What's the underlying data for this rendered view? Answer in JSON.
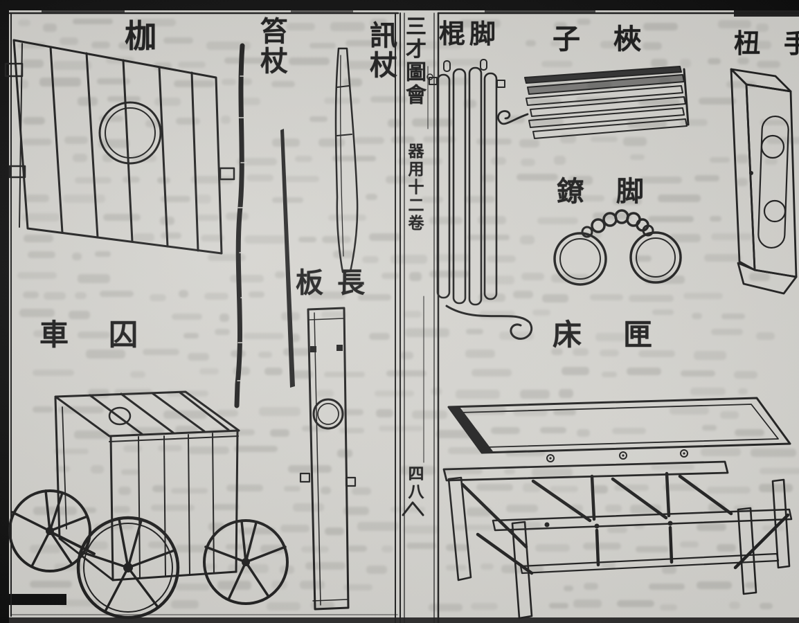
{
  "spine": {
    "title": "三才圖會",
    "section": "器用十二卷",
    "leaf": "四八"
  },
  "left_page": {
    "labels": {
      "cangue": "枷",
      "light_rod": "笞杖",
      "interrogation_rod": "訊杖",
      "long_board": "板長",
      "long_board_reading": "長板",
      "prisoner_cart": "車囚",
      "prisoner_cart_reading": "囚車"
    }
  },
  "right_page": {
    "labels": {
      "leg_press": "棍脚",
      "leg_press_reading": "脚棍",
      "finger_squeezer": "子梜",
      "finger_squeezer_reading": "梜子",
      "hand_cuffs": "杻手",
      "hand_cuffs_reading": "手杻",
      "leg_irons": "鐐脚",
      "leg_irons_reading": "脚鐐",
      "restraint_bed": "床匣",
      "restraint_bed_reading": "匣床"
    }
  },
  "colors": {
    "paper": "#d9d8d3",
    "ink": "#1b1b1b",
    "edge_black": "#0b0b0b",
    "bleed_through": "#83837d"
  }
}
